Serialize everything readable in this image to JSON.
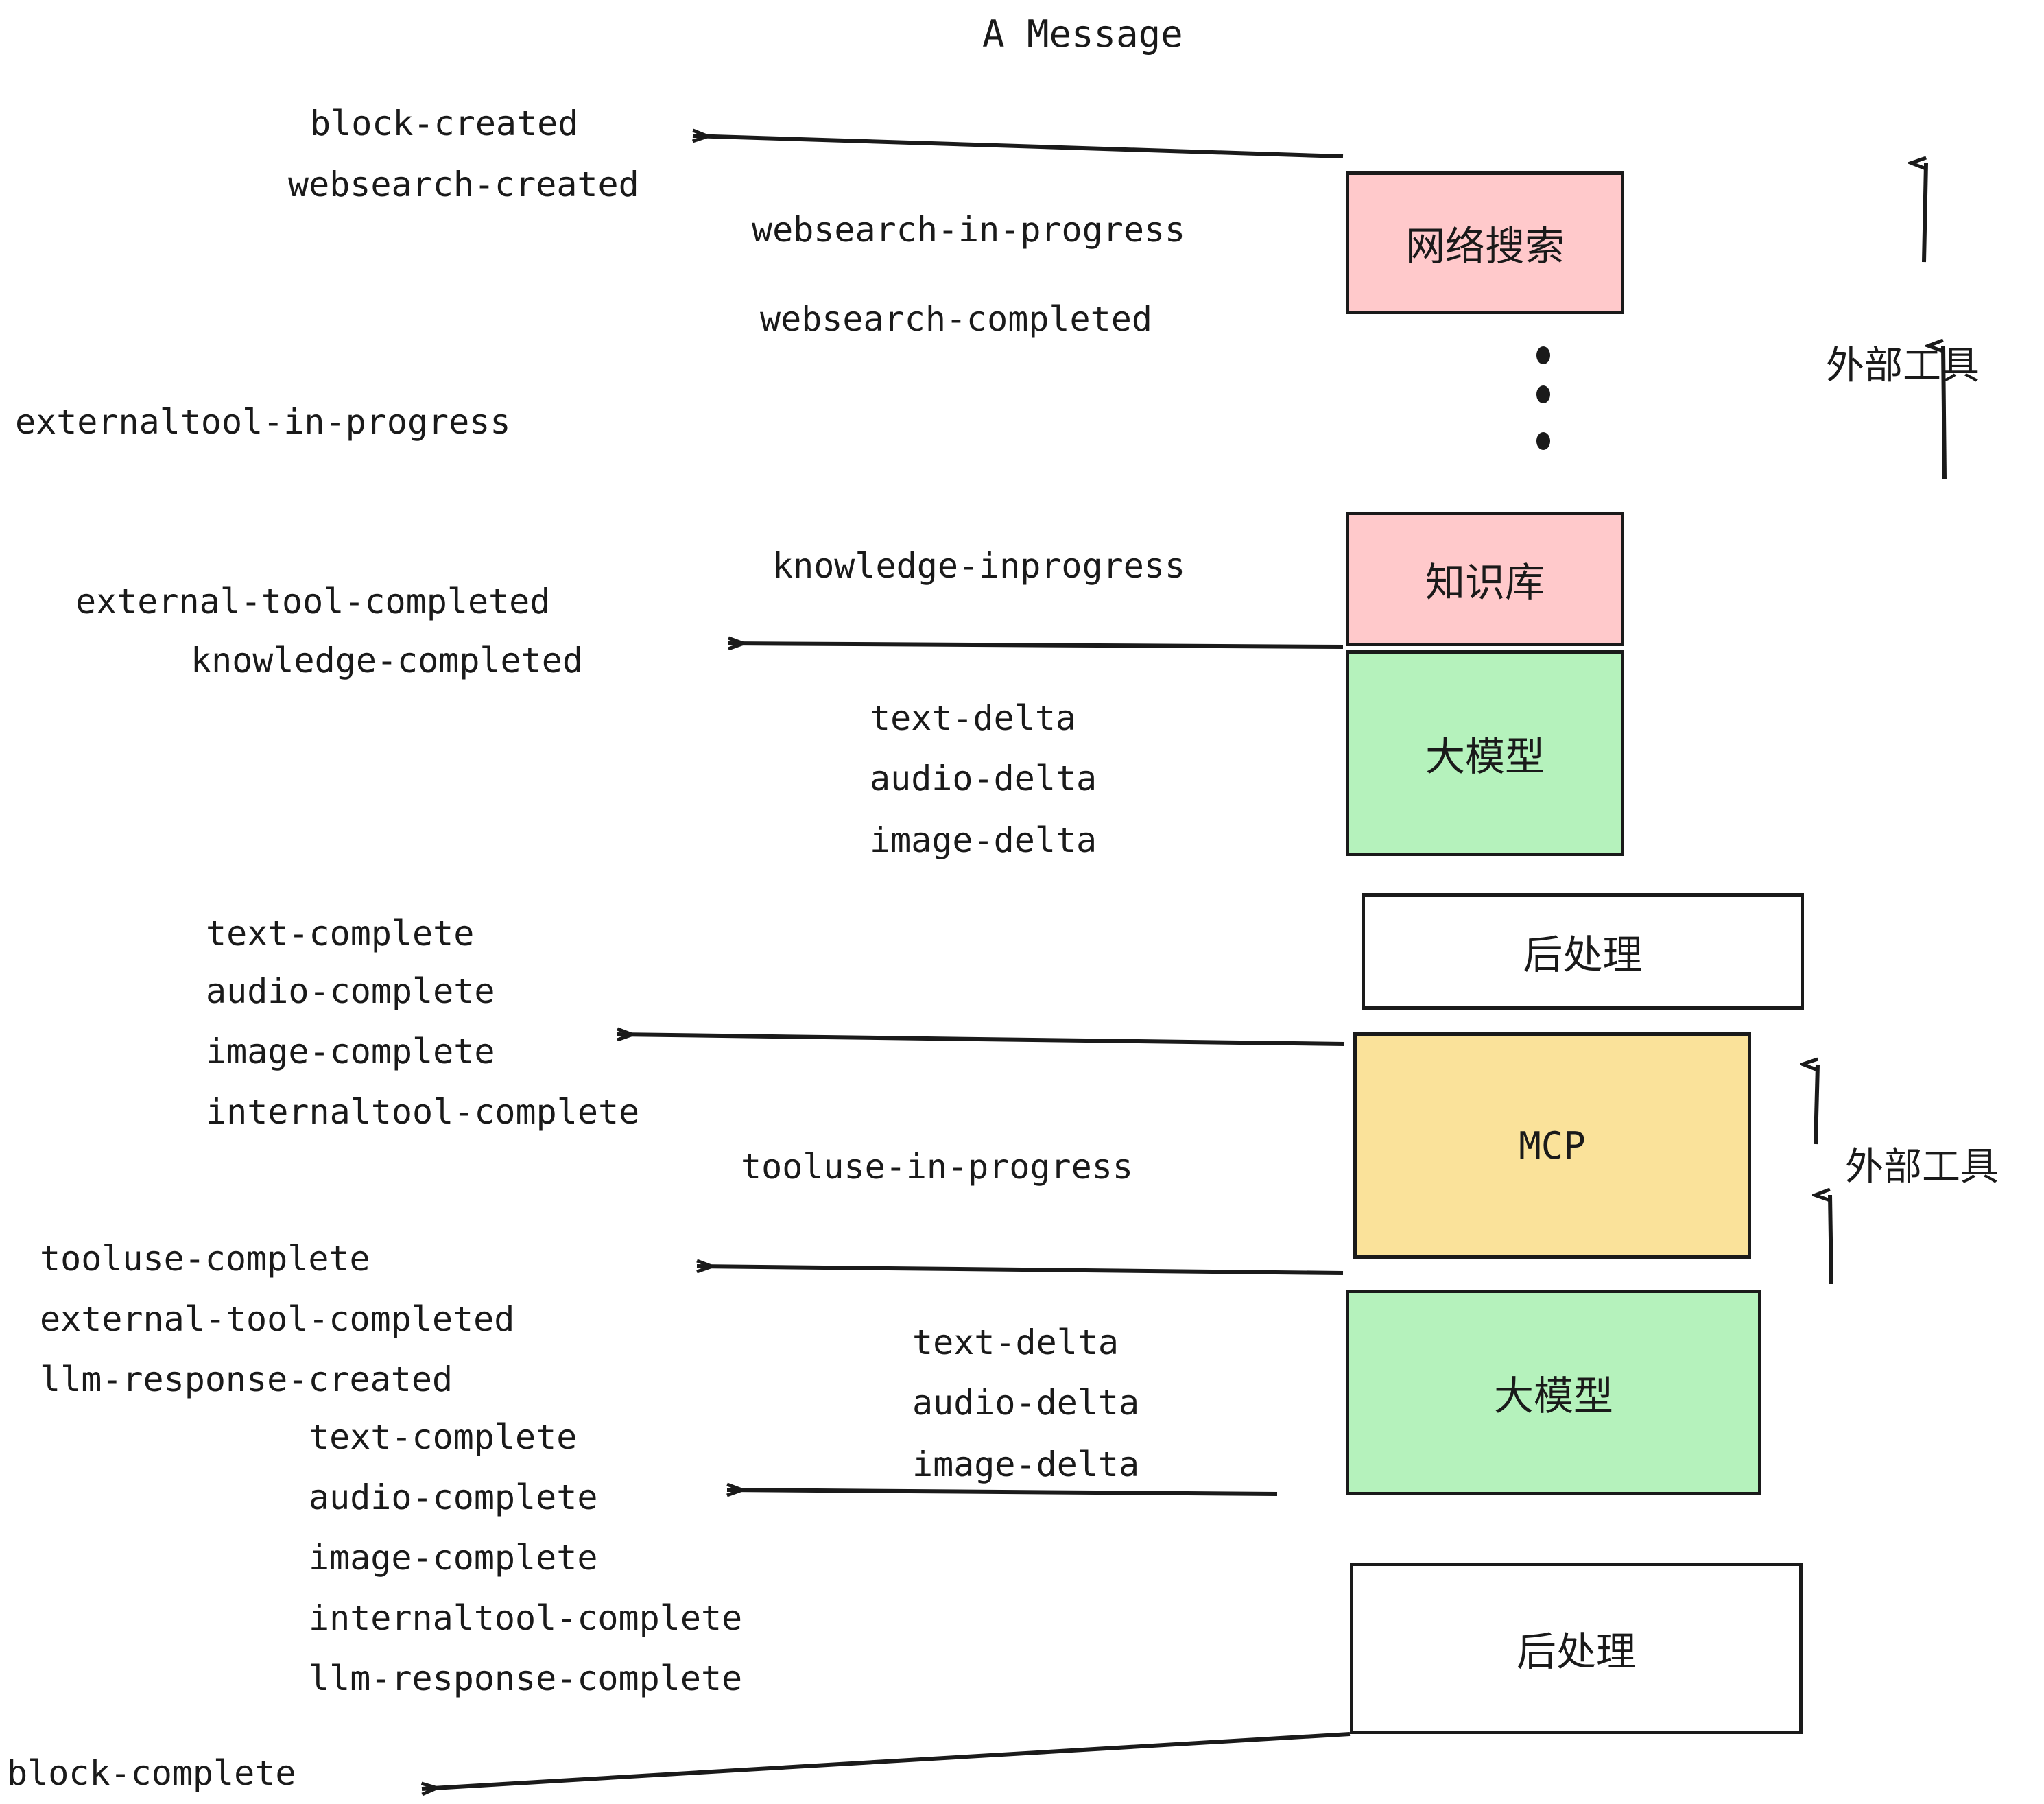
{
  "title": "A Message",
  "colors": {
    "pink": "#FFC9CB",
    "green": "#B5F2BC",
    "yellow": "#FAE29A",
    "white": "#FFFFFF",
    "stroke": "#1A1A1A"
  },
  "boxes": [
    {
      "id": "websearch",
      "label": "网络搜索",
      "fill": "#FFC9CB"
    },
    {
      "id": "knowledge",
      "label": "知识库",
      "fill": "#FFC9CB"
    },
    {
      "id": "llm-top",
      "label": "大模型",
      "fill": "#B5F2BC"
    },
    {
      "id": "postproc-top",
      "label": "后处理",
      "fill": "#FFFFFF"
    },
    {
      "id": "mcp",
      "label": "MCP",
      "fill": "#FAE29A"
    },
    {
      "id": "llm-bottom",
      "label": "大模型",
      "fill": "#B5F2BC"
    },
    {
      "id": "postproc-bottom",
      "label": "后处理",
      "fill": "#FFFFFF"
    }
  ],
  "side_labels": [
    {
      "id": "external-tool-top",
      "text": "外部工具"
    },
    {
      "id": "external-tool-bottom",
      "text": "外部工具"
    }
  ],
  "events": [
    {
      "id": "block-created",
      "text": "block-created"
    },
    {
      "id": "websearch-created",
      "text": "websearch-created"
    },
    {
      "id": "websearch-in-progress",
      "text": "websearch-in-progress"
    },
    {
      "id": "websearch-completed",
      "text": "websearch-completed"
    },
    {
      "id": "externaltool-in-progress",
      "text": "externaltool-in-progress"
    },
    {
      "id": "knowledge-inprogress",
      "text": "knowledge-inprogress"
    },
    {
      "id": "external-tool-completed-1",
      "text": "external-tool-completed"
    },
    {
      "id": "knowledge-completed",
      "text": "knowledge-completed"
    },
    {
      "id": "text-delta-1",
      "text": "text-delta"
    },
    {
      "id": "audio-delta-1",
      "text": "audio-delta"
    },
    {
      "id": "image-delta-1",
      "text": "image-delta"
    },
    {
      "id": "text-complete-1",
      "text": "text-complete"
    },
    {
      "id": "audio-complete-1",
      "text": "audio-complete"
    },
    {
      "id": "image-complete-1",
      "text": "image-complete"
    },
    {
      "id": "internaltool-complete-1",
      "text": "internaltool-complete"
    },
    {
      "id": "tooluse-in-progress",
      "text": "tooluse-in-progress"
    },
    {
      "id": "tooluse-complete",
      "text": "tooluse-complete"
    },
    {
      "id": "external-tool-completed-2",
      "text": "external-tool-completed"
    },
    {
      "id": "llm-response-created",
      "text": "llm-response-created"
    },
    {
      "id": "text-complete-2",
      "text": "text-complete"
    },
    {
      "id": "text-delta-2",
      "text": "text-delta"
    },
    {
      "id": "audio-delta-2",
      "text": "audio-delta"
    },
    {
      "id": "image-delta-2",
      "text": "image-delta"
    },
    {
      "id": "audio-complete-2",
      "text": "audio-complete"
    },
    {
      "id": "image-complete-2",
      "text": "image-complete"
    },
    {
      "id": "internaltool-complete-2",
      "text": "internaltool-complete"
    },
    {
      "id": "llm-response-complete",
      "text": "llm-response-complete"
    },
    {
      "id": "block-complete",
      "text": "block-complete"
    }
  ]
}
